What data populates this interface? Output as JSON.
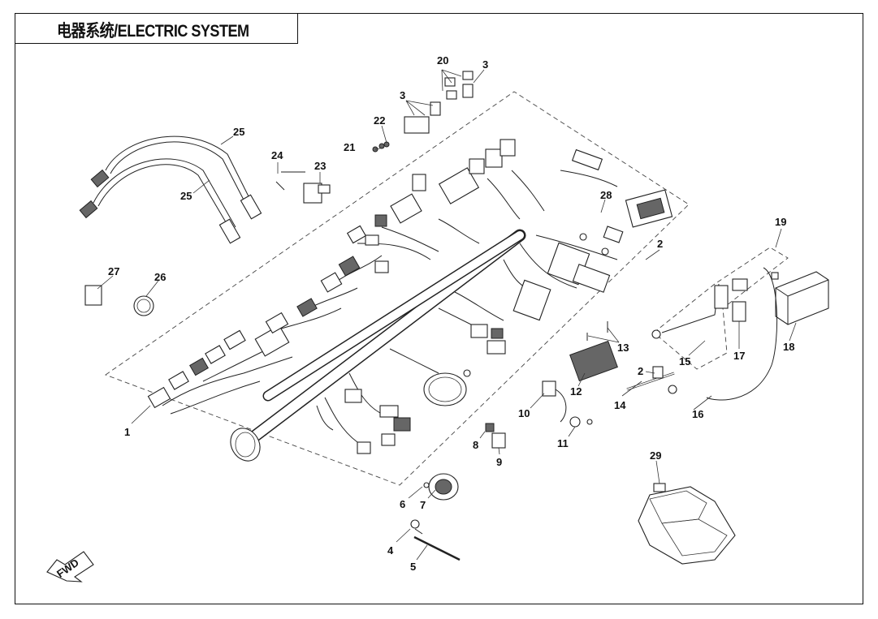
{
  "title": "电器系统/ELECTRIC SYSTEM",
  "fwd_label": "FWD",
  "callouts": {
    "c1": "1",
    "c2a": "2",
    "c2b": "2",
    "c3a": "3",
    "c3b": "3",
    "c4": "4",
    "c5": "5",
    "c6": "6",
    "c7": "7",
    "c8": "8",
    "c9": "9",
    "c10": "10",
    "c11": "11",
    "c12": "12",
    "c13": "13",
    "c14": "14",
    "c15": "15",
    "c16": "16",
    "c17": "17",
    "c18": "18",
    "c19": "19",
    "c20": "20",
    "c21": "21",
    "c22": "22",
    "c23": "23",
    "c24": "24",
    "c25a": "25",
    "c25b": "25",
    "c26": "26",
    "c27": "27",
    "c28": "28",
    "c29": "29"
  }
}
